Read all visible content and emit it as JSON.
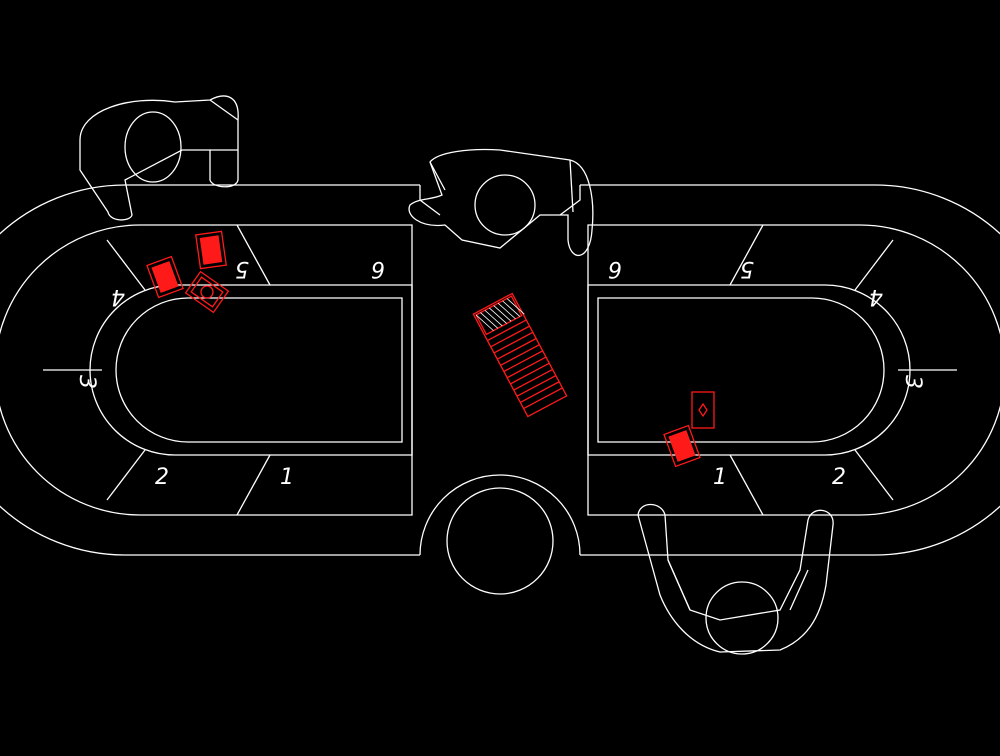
{
  "drawing": {
    "background": "#000000",
    "line_color": "#ffffff",
    "accent_color": "#ff1a1a"
  },
  "left_table": {
    "seats": [
      "1",
      "2",
      "3",
      "4",
      "5",
      "6"
    ]
  },
  "right_table": {
    "seats": [
      "1",
      "2",
      "3",
      "4",
      "5",
      "6"
    ]
  },
  "icons": [
    "person-icon",
    "playing-card-icon",
    "card-shoe-icon",
    "chip-tray-icon"
  ]
}
